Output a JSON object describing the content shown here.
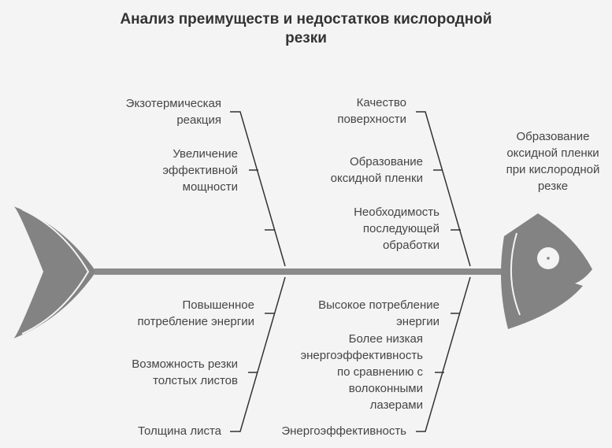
{
  "title": [
    "Анализ преимуществ и недостатков кислородной",
    "резки"
  ],
  "head_label": [
    "Образование",
    "оксидной пленки",
    "при кислородной",
    "резке"
  ],
  "left_top": [
    [
      "Экзотермическая",
      "реакция"
    ],
    [
      "Увеличение",
      "эффективной",
      "мощности"
    ]
  ],
  "left_bottom": [
    [
      "Повышенное",
      "потребление энергии"
    ],
    [
      "Возможность резки",
      "толстых листов"
    ],
    [
      "Толщина листа"
    ]
  ],
  "right_top": [
    [
      "Качество",
      "поверхности"
    ],
    [
      "Образование",
      "оксидной пленки"
    ],
    [
      "Необходимость",
      "последующей",
      "обработки"
    ]
  ],
  "right_bottom": [
    [
      "Высокое потребление",
      "энергии"
    ],
    [
      "Более низкая",
      "энергоэффективность",
      "по сравнению с",
      "волоконными",
      "лазерами"
    ],
    [
      "Энергоэффективность"
    ]
  ],
  "colors": {
    "fish": "#838383",
    "line": "#333333",
    "text": "#454545"
  }
}
